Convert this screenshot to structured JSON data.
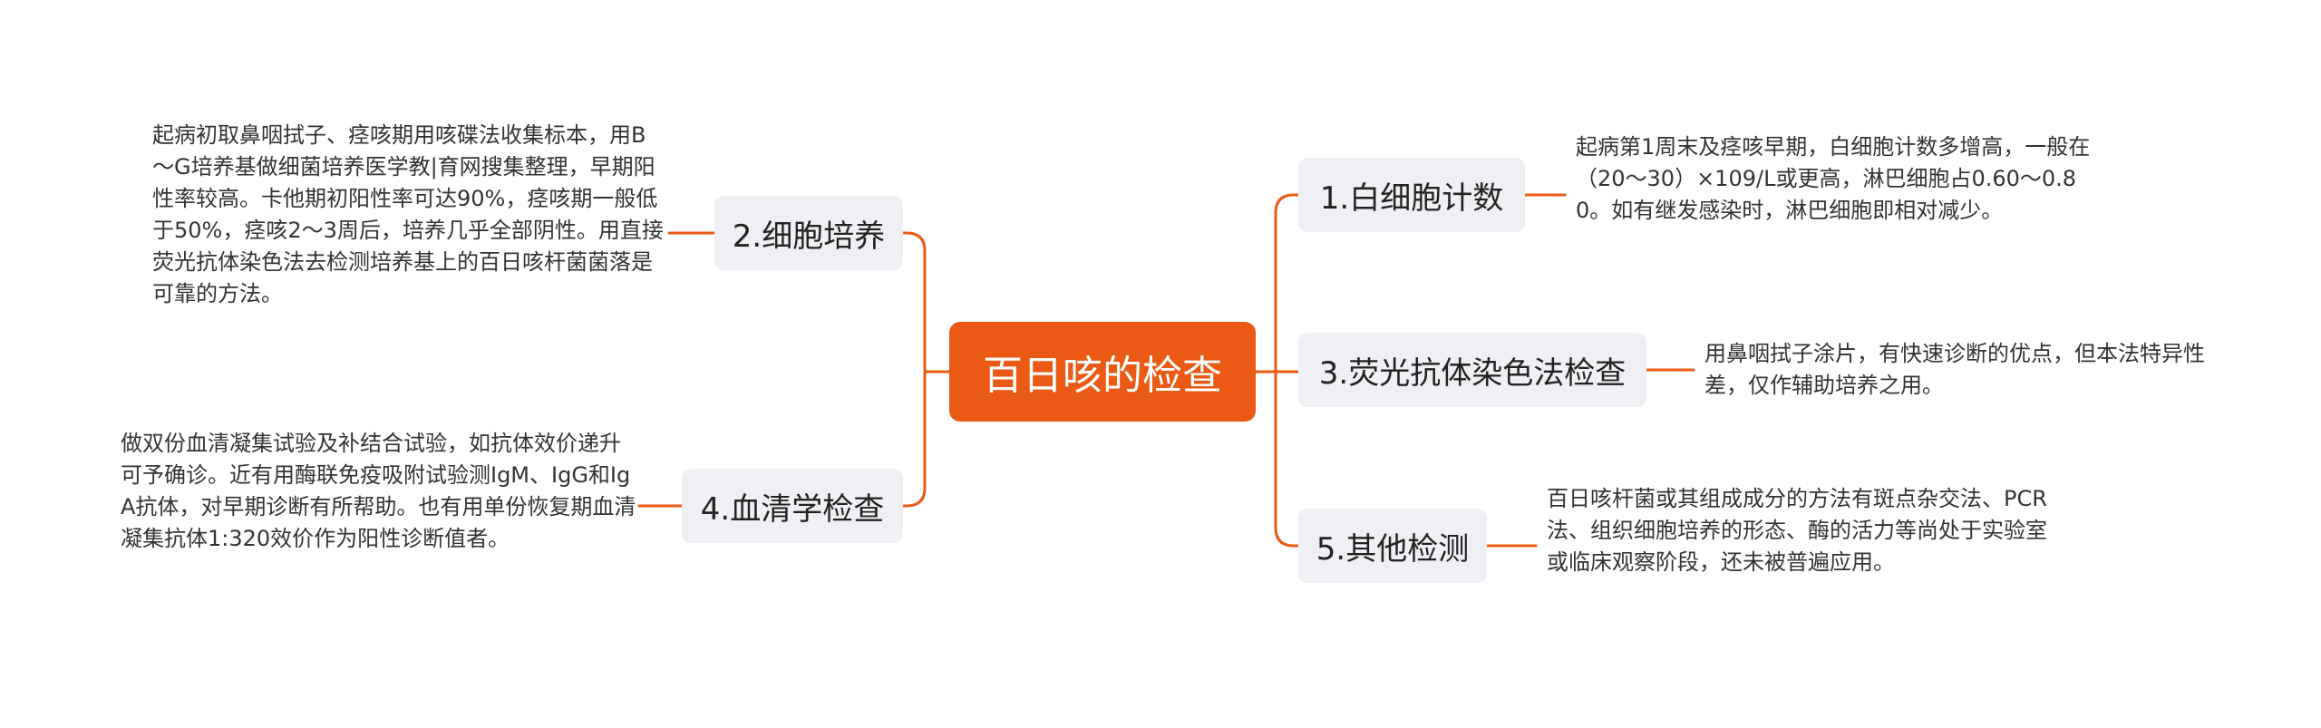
{
  "colors": {
    "accent": "#ea5a14",
    "branch_bg": "#eef0f3",
    "text": "#222222",
    "note_text": "#333333"
  },
  "root": {
    "label": "百日咳的检查"
  },
  "branches": [
    {
      "label": "1.白细胞计数",
      "note": "起病第1周末及痉咳早期，白细胞计数多增高，一般在（20～30）×109/L或更高，淋巴细胞占0.60～0.80。如有继发感染时，淋巴细胞即相对减少。"
    },
    {
      "label": "2.细胞培养",
      "note": "起病初取鼻咽拭子、痉咳期用咳碟法收集标本，用B～G培养基做细菌培养医学教|育网搜集整理，早期阳性率较高。卡他期初阳性率可达90%，痉咳期一般低于50%，痉咳2～3周后，培养几乎全部阴性。用直接荧光抗体染色法去检测培养基上的百日咳杆菌菌落是可靠的方法。"
    },
    {
      "label": "3.荧光抗体染色法检查",
      "note": "用鼻咽拭子涂片，有快速诊断的优点，但本法特异性差，仅作辅助培养之用。"
    },
    {
      "label": "4.血清学检查",
      "note": "做双份血清凝集试验及补结合试验，如抗体效价递升可予确诊。近有用酶联免疫吸附试验测IgM、IgG和IgA抗体，对早期诊断有所帮助。也有用单份恢复期血清凝集抗体1:320效价作为阳性诊断值者。"
    },
    {
      "label": "5.其他检测",
      "note": "百日咳杆菌或其组成成分的方法有斑点杂交法、PCR法、组织细胞培养的形态、酶的活力等尚处于实验室或临床观察阶段，还未被普遍应用。"
    }
  ]
}
